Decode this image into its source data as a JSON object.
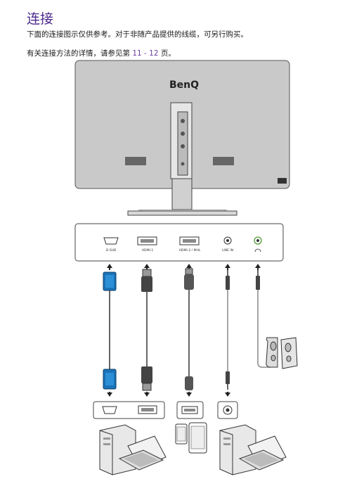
{
  "heading": "连接",
  "intro": "下面的连接图示仅供参考。对于非随产品提供的线缆，可另行购买。",
  "details": {
    "prefix": "有关连接方法的详情，请参见第",
    "page_range": "11 - 12",
    "suffix": "页。"
  },
  "monitor": {
    "brand": "BenQ"
  },
  "ports": [
    {
      "label": "D-SUB"
    },
    {
      "label": "HDMI-1"
    },
    {
      "label": "HDMI-2 / MHL"
    },
    {
      "label": "LINE IN"
    },
    {
      "label": "headphone-icon"
    }
  ],
  "colors": {
    "title": "#4b2a8c",
    "link": "#6b3fa0",
    "vga": "#1a73b8",
    "cable": "#444444"
  }
}
